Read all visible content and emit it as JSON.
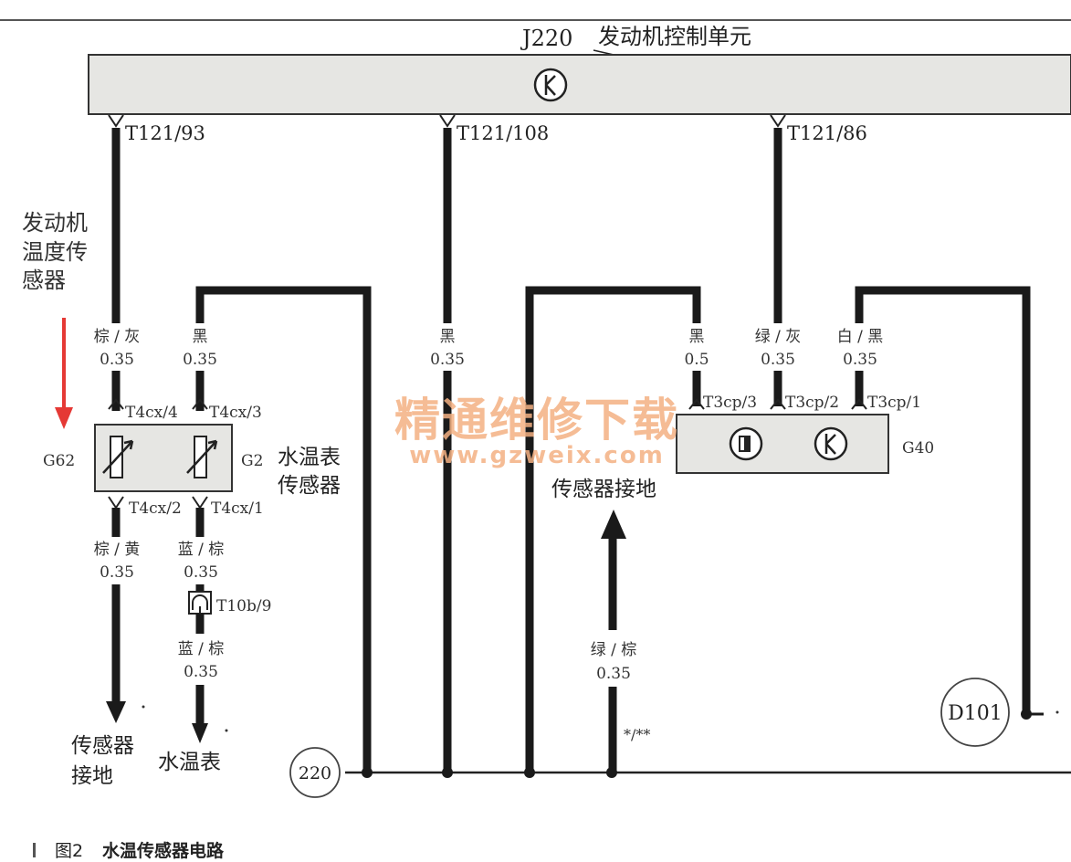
{
  "ecu": {
    "id": "J220",
    "name": "发动机控制单元",
    "icon": "k-symbol-icon"
  },
  "pins": {
    "p93": "T121/93",
    "p108": "T121/108",
    "p86": "T121/86"
  },
  "sensor_title": [
    "发动机",
    "温度传",
    "感器"
  ],
  "wires": {
    "w93": {
      "color": "棕 / 灰",
      "size": "0.35"
    },
    "g2top": {
      "color": "黑",
      "size": "0.35"
    },
    "w108": {
      "color": "黑",
      "size": "0.35"
    },
    "g40a": {
      "color": "黑",
      "size": "0.5"
    },
    "g40b": {
      "color": "绿 / 灰",
      "size": "0.35"
    },
    "g40c": {
      "color": "白 / 黑",
      "size": "0.35"
    },
    "g62bot": {
      "color": "棕 / 黄",
      "size": "0.35"
    },
    "g2bot": {
      "color": "蓝 / 棕",
      "size": "0.35"
    },
    "gauge": {
      "color": "蓝 / 棕",
      "size": "0.35"
    },
    "ground": {
      "color": "绿 / 棕",
      "size": "0.35"
    }
  },
  "connectors": {
    "c4": "T4cx/4",
    "c3": "T4cx/3",
    "c2": "T4cx/2",
    "c1": "T4cx/1",
    "t10b": "T10b/9",
    "cp3": "T3cp/3",
    "cp2": "T3cp/2",
    "cp1": "T3cp/1"
  },
  "components": {
    "g62": "G62",
    "g2": "G2",
    "g40": "G40"
  },
  "g2_label": [
    "水温表",
    "传感器"
  ],
  "sensor_ground_label": "传感器接地",
  "left_ground_label": [
    "传感器",
    "接地"
  ],
  "gauge_label": "水温表",
  "ground_points": {
    "p220": "220",
    "d101": "D101"
  },
  "footnote": "*/**",
  "watermark": {
    "title": "精通维修下载",
    "url": "www.gzweix.com"
  },
  "caption": {
    "fig": "图2",
    "text": "水温传感器电路"
  },
  "colors": {
    "ecu_fill": "#e6e6e3",
    "wire": "#1a1a1a",
    "arrow_red": "#e53935",
    "watermark": "#f4b183"
  }
}
